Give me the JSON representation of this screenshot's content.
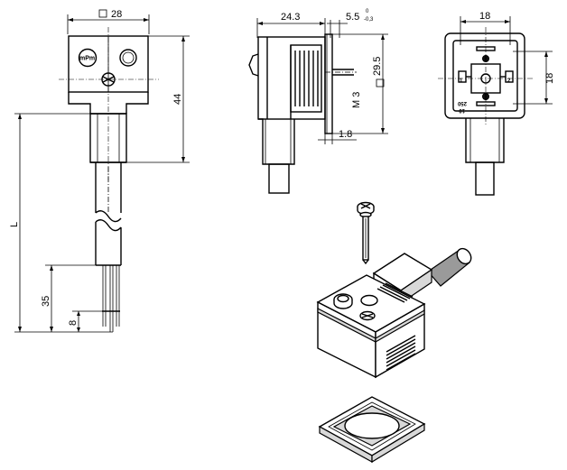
{
  "dimensions": {
    "front_width": "28",
    "height": "44",
    "cable_length": "L",
    "strip_length": "35",
    "wire_end": "8",
    "side_depth": "24.3",
    "pin_offset": "5.5",
    "pin_offset_tol_upper": "0",
    "pin_offset_tol_lower": "-0,3",
    "flange_height": "29.5",
    "screw_thread": "M 3",
    "flange_thickness": "1.8",
    "back_pitch_h": "18",
    "back_pitch_v": "18"
  },
  "labels": {
    "logo": "mPm",
    "gasket_code_top": "10",
    "gasket_code_bottom": "250"
  },
  "icons": {
    "square_symbol": "square-symbol-icon"
  }
}
